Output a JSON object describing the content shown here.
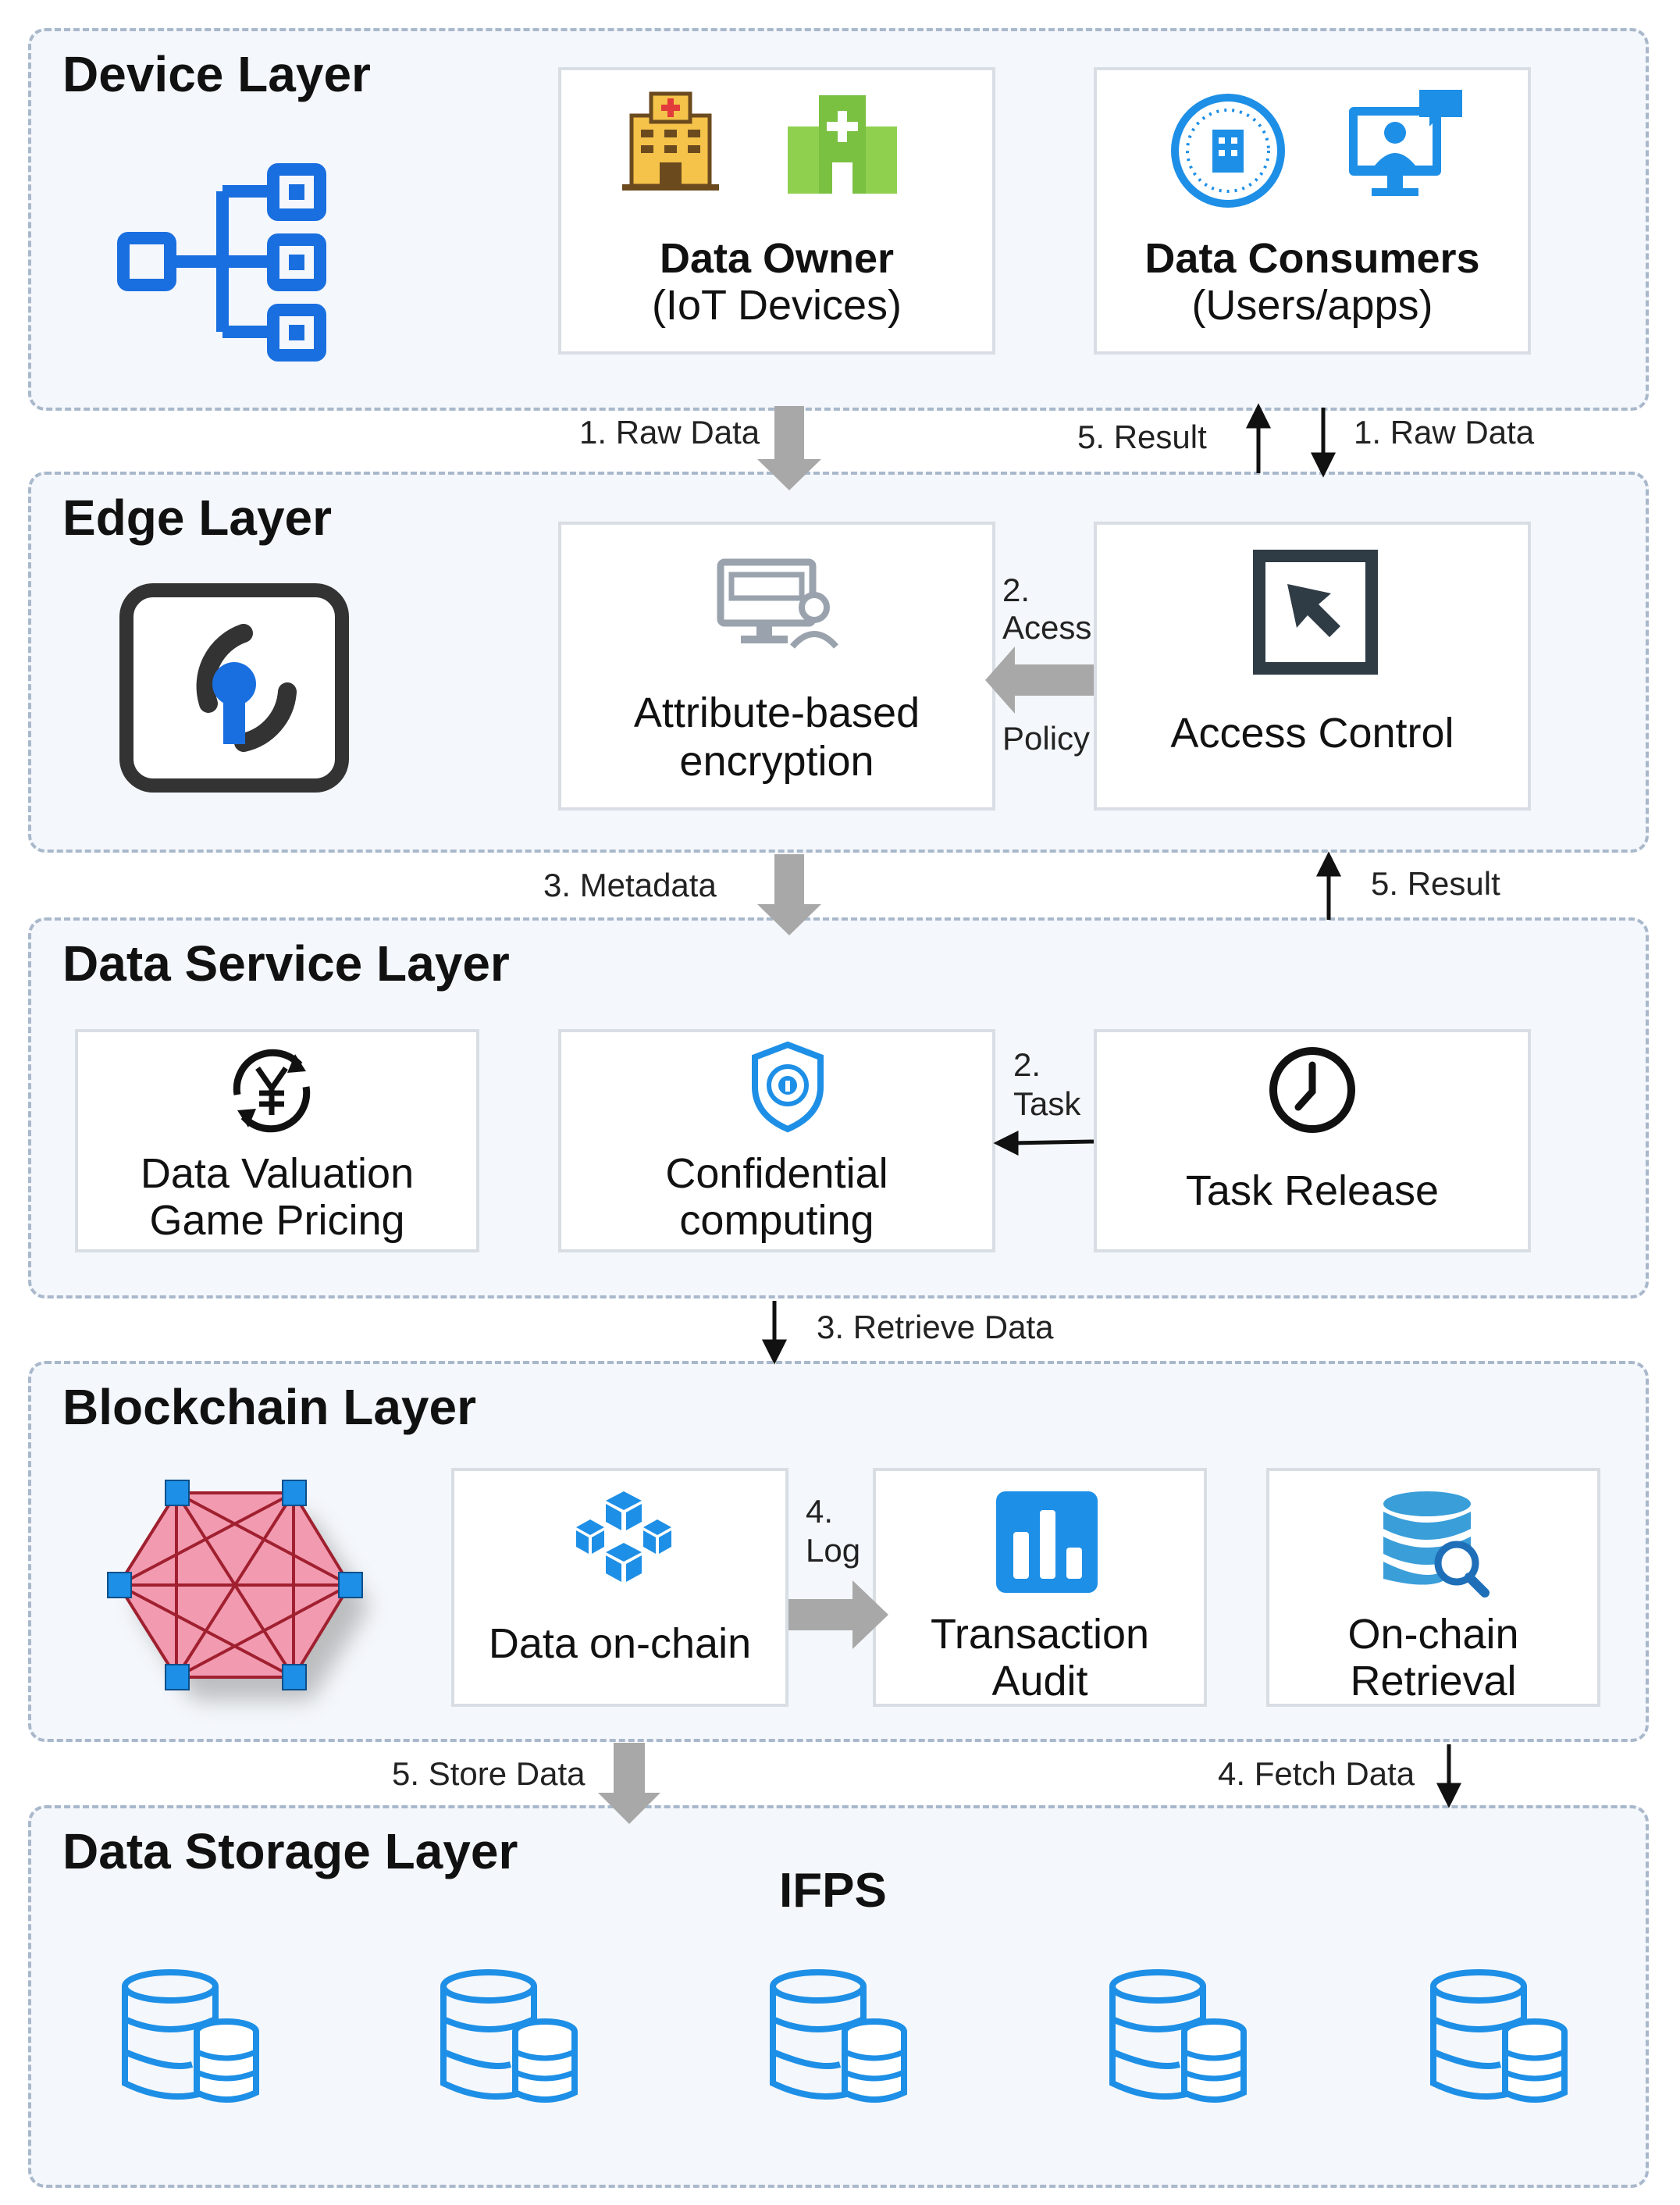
{
  "layers": {
    "device": {
      "title": "Device Layer",
      "owner": {
        "title": "Data Owner",
        "subtitle": "(IoT Devices)"
      },
      "consumers": {
        "title": "Data Consumers",
        "subtitle": "(Users/apps)"
      }
    },
    "edge": {
      "title": "Edge Layer",
      "abe": {
        "line1": "Attribute-based",
        "line2": "encryption"
      },
      "access": {
        "label": "Access Control"
      }
    },
    "service": {
      "title": "Data Service Layer",
      "valuation": {
        "line1": "Data Valuation",
        "line2": "Game Pricing"
      },
      "confidential": {
        "line1": "Confidential",
        "line2": "computing"
      },
      "task": {
        "label": "Task Release"
      }
    },
    "blockchain": {
      "title": "Blockchain Layer",
      "onchain": {
        "label": "Data on-chain"
      },
      "audit": {
        "line1": "Transaction",
        "line2": "Audit"
      },
      "retrieval": {
        "line1": "On-chain",
        "line2": "Retrieval"
      }
    },
    "storage": {
      "title": "Data Storage Layer",
      "ifps": "IFPS"
    }
  },
  "flows": {
    "raw_data_owner": "1. Raw Data",
    "result_up_consumers": "5. Result",
    "raw_data_consumers": "1. Raw Data",
    "access_policy_num": "2.",
    "access_policy_a": "Acess",
    "access_policy_b": "Policy",
    "metadata": "3. Metadata",
    "result_up_service": "5. Result",
    "task_num": "2.",
    "task_word": "Task",
    "retrieve_data": "3. Retrieve Data",
    "log_num": "4.",
    "log_word": "Log",
    "store_data": "5. Store Data",
    "fetch_data": "4. Fetch Data"
  },
  "colors": {
    "layer_fill": "#f4f7fb",
    "layer_border": "#a9b8cb",
    "blue": "#1a6fe0",
    "light_blue": "#1e8fe6",
    "gray_arrow": "#a8a8a8",
    "green": "#7ac142",
    "pink": "#f29bb0",
    "dark_slate": "#2f3b45"
  },
  "icons": {
    "device": "tree-network-icon",
    "owner1": "hospital-icon",
    "owner2": "clinic-icon",
    "consumer1": "building-badge-icon",
    "consumer2": "user-monitor-icon",
    "edge": "edge-logo-icon",
    "abe": "computer-user-icon",
    "access": "cursor-arrow-icon",
    "valuation": "yen-cycle-icon",
    "confidential": "shield-icon",
    "task": "clock-icon",
    "network": "blockchain-network-icon",
    "onchain": "blockchain-cubes-icon",
    "audit": "bar-chart-icon",
    "retrieval": "database-search-icon",
    "storage": "database-icon"
  }
}
